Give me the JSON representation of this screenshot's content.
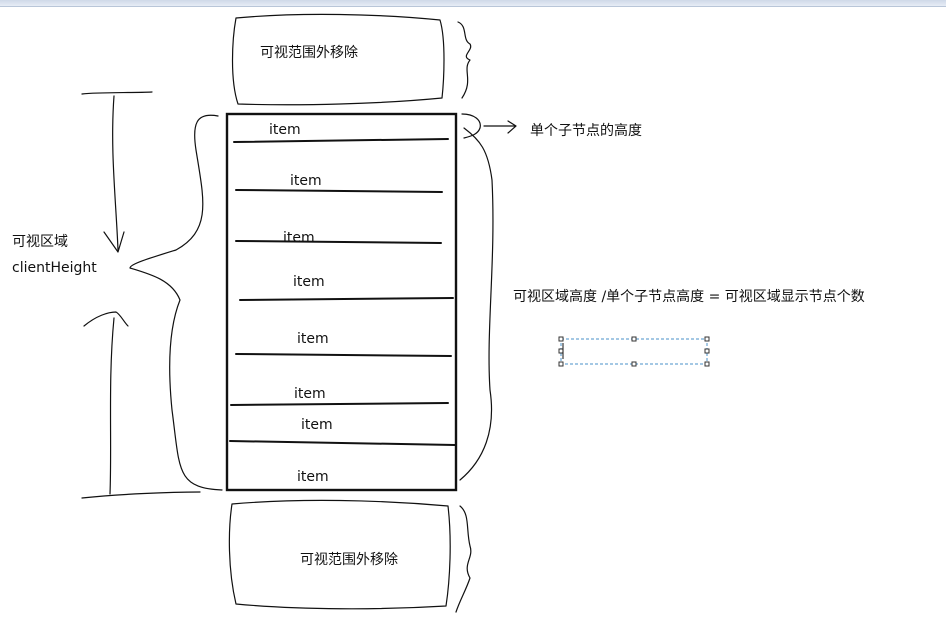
{
  "labels": {
    "removed_top": "可视范围外移除",
    "removed_bottom": "可视范围外移除",
    "child_height": "单个子节点的高度",
    "visible_area": "可视区域",
    "client_height": "clientHeight",
    "formula": "可视区域高度 /单个子节点高度 = 可视区域显示节点个数"
  },
  "items": [
    "item",
    "item",
    "item",
    "item",
    "item",
    "item",
    "item",
    "item"
  ],
  "colors": {
    "ink": "#111111",
    "selection": "#4a90c8",
    "toolbar": "#dbe3ef"
  }
}
